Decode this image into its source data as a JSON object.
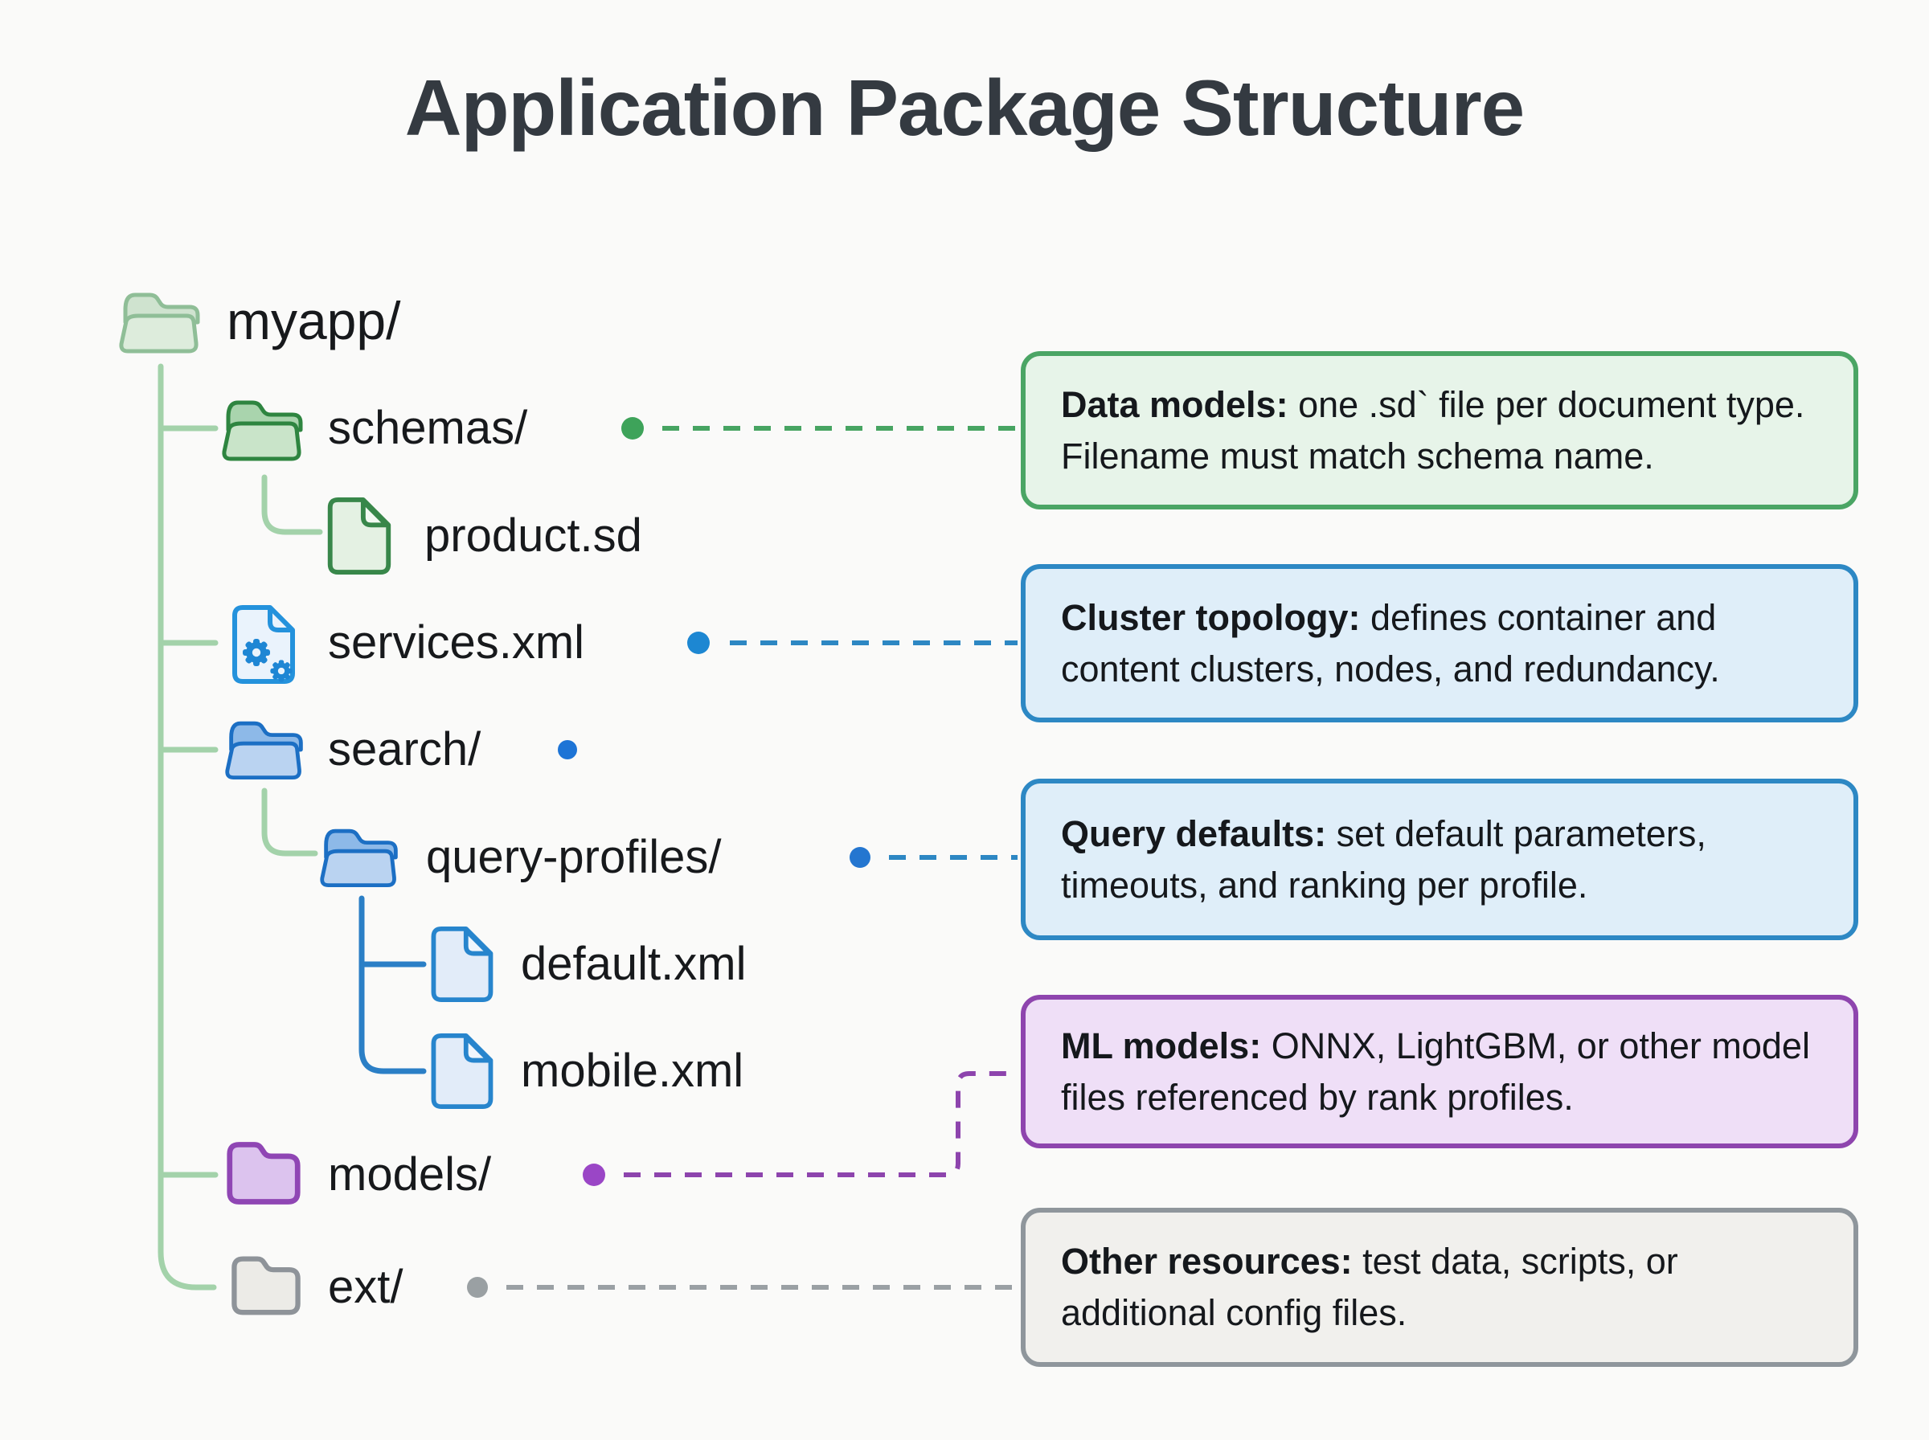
{
  "title": "Application Package Structure",
  "tree": {
    "items": [
      {
        "label": "myapp/",
        "icon": "folder-open-green-light"
      },
      {
        "label": "schemas/",
        "icon": "folder-open-green"
      },
      {
        "label": "product.sd",
        "icon": "file-green"
      },
      {
        "label": "services.xml",
        "icon": "file-gear-blue"
      },
      {
        "label": "search/",
        "icon": "folder-open-blue"
      },
      {
        "label": "query-profiles/",
        "icon": "folder-open-blue"
      },
      {
        "label": "default.xml",
        "icon": "file-blue"
      },
      {
        "label": "mobile.xml",
        "icon": "file-blue"
      },
      {
        "label": "models/",
        "icon": "folder-closed-purple"
      },
      {
        "label": "ext/",
        "icon": "folder-closed-gray"
      }
    ]
  },
  "annotations": [
    {
      "lead": "Data models:",
      "body": " one .sd` file per document type. Filename must match schema name.",
      "accent": "#4ba565"
    },
    {
      "lead": "Cluster topology:",
      "body": " defines container and content clusters, nodes, and redundancy.",
      "accent": "#2d88c4"
    },
    {
      "lead": "Query defaults:",
      "body": " set default parameters, timeouts, and ranking per profile.",
      "accent": "#2d88c4"
    },
    {
      "lead": "ML models:",
      "body": " ONNX, LightGBM, or other model files referenced by rank profiles.",
      "accent": "#8e45ae"
    },
    {
      "lead": "Other resources:",
      "body": " test data, scripts, or additional config files.",
      "accent": "#8f969c"
    }
  ],
  "colors": {
    "background": "#fafaf9",
    "title_text": "#343a41",
    "tree_trunk_green": "#a3d2aa",
    "child_connector_blue": "#2b7fc6",
    "dash_green": "#47a462",
    "dash_blue": "#2d87c3",
    "dash_purple": "#8d44ad",
    "dash_gray": "#9aa0a4",
    "dot_green": "#3ea35a",
    "dot_blue": "#1d87d2",
    "dot_purple": "#9a46c6",
    "dot_gray": "#9aa0a3",
    "folder_green_stroke": "#2e8540",
    "folder_blue_stroke": "#1c6fc4",
    "folder_purple_stroke": "#8f46b4",
    "folder_gray_stroke": "#8e9399"
  }
}
